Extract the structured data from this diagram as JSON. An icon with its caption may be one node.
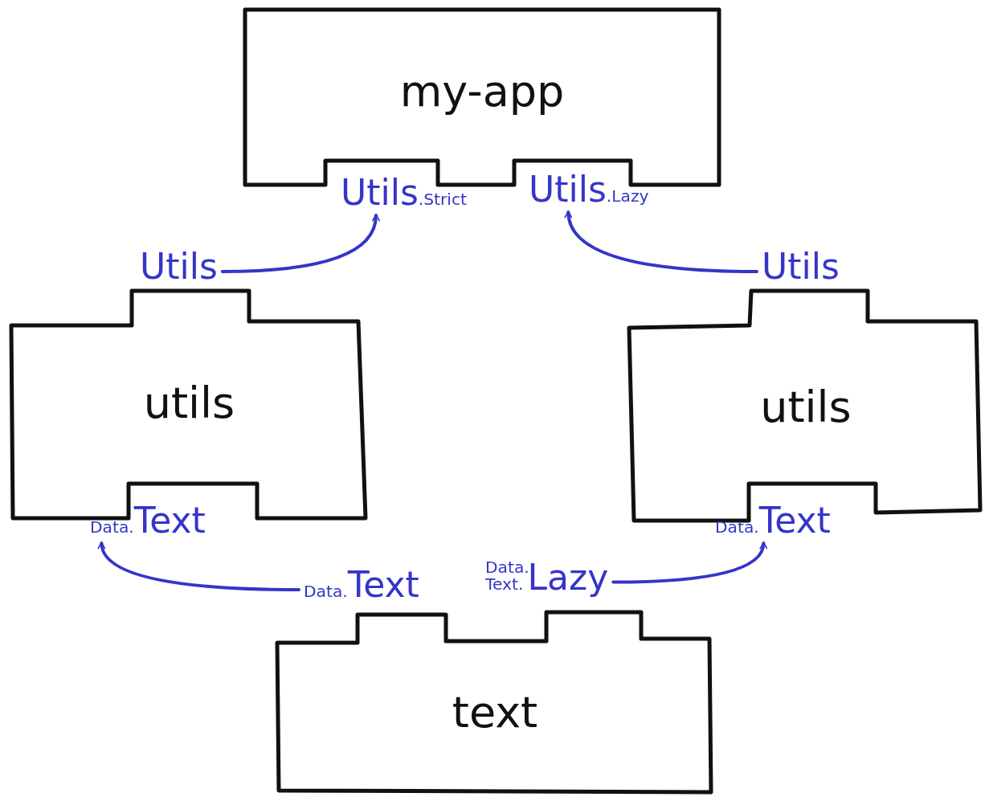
{
  "diagram": {
    "nodes": [
      {
        "text": [
          "my-app"
        ]
      },
      {
        "text": [
          "Utils$_{.Strict}$"
        ]
      },
      {
        "text": [
          "Utils$_{.Lazy}$"
        ]
      },
      {
        "text": [
          "Utils"
        ]
      },
      {
        "text": [
          "utils"
        ]
      },
      {
        "text": [
          "$_{Data.}$Text"
        ]
      },
      {
        "text": [
          "Utils"
        ]
      },
      {
        "text": [
          "utils"
        ]
      },
      {
        "text": [
          "$_{Data.}$Text"
        ]
      },
      {
        "text": [
          "$_{Data.}$Text"
        ]
      },
      {
        "text": [
          "$_{Data. Text.}$Lazy"
        ]
      },
      {
        "text": [
          "text"
        ]
      }
    ],
    "edges": [
      {
        "from": 3,
        "to": 1,
        "arrow": "to"
      },
      {
        "from": 6,
        "to": 2,
        "arrow": "to"
      },
      {
        "from": 9,
        "to": 5,
        "arrow": "to"
      },
      {
        "from": 10,
        "to": 8,
        "arrow": "to"
      }
    ]
  }
}
